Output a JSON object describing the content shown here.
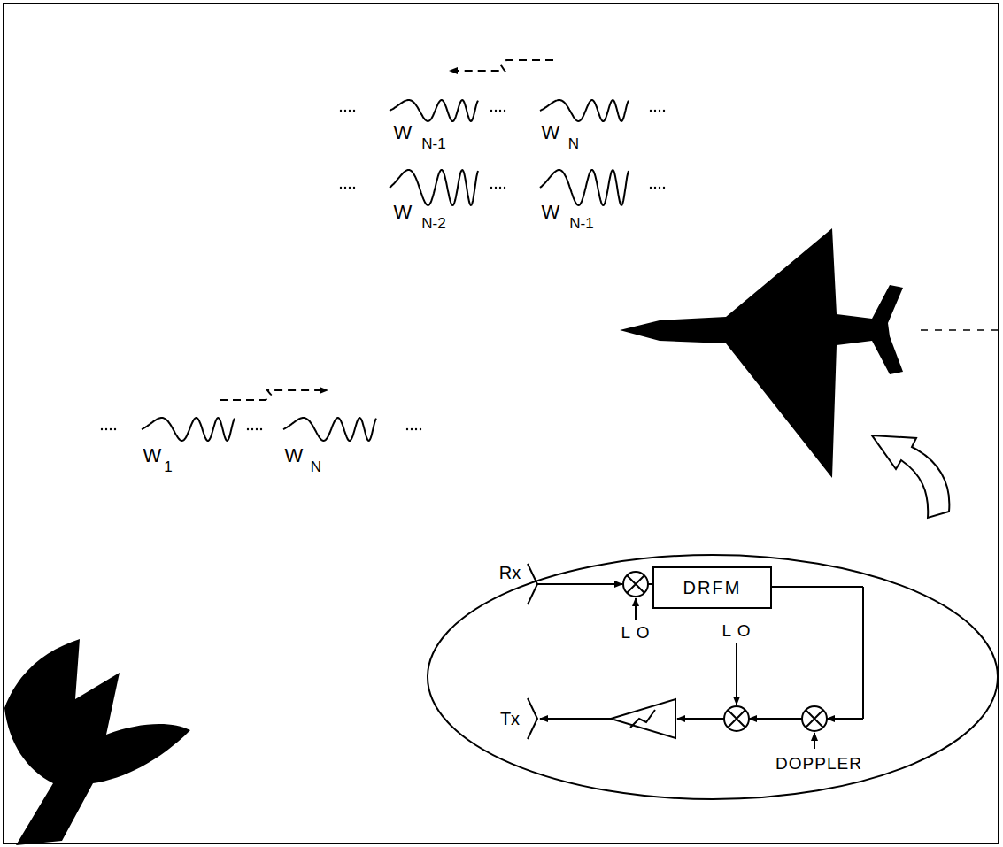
{
  "diagram": {
    "nodes": [
      {
        "text": [
          "DRFM"
        ]
      }
    ],
    "labels": [
      "W",
      "N-1",
      "W",
      "N",
      "W",
      "N-2",
      "W",
      "N-1",
      "W",
      "1",
      "W",
      "N",
      "Rx",
      "L O",
      "L O",
      "Tx",
      "DOPPLER"
    ]
  }
}
